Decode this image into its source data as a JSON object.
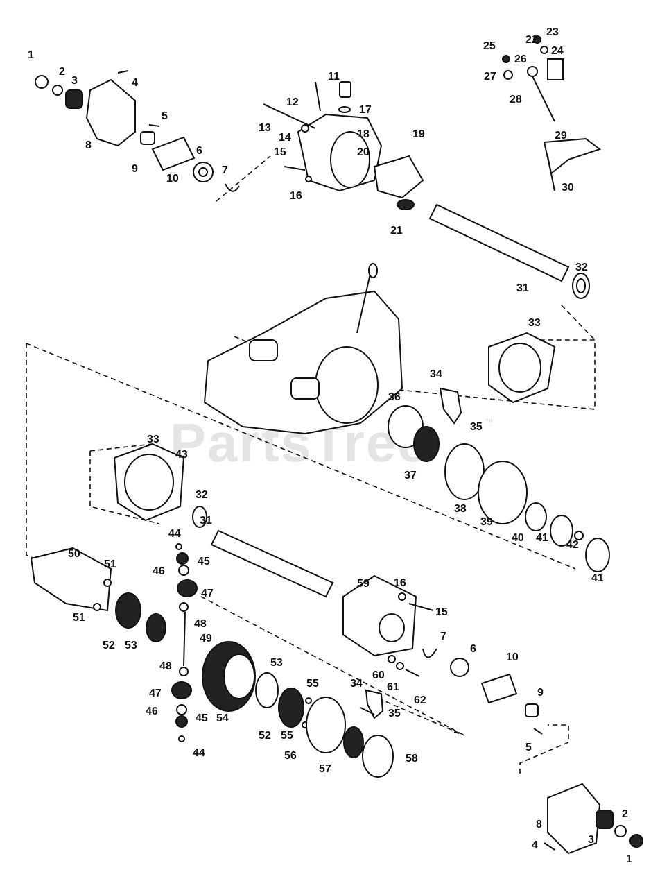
{
  "watermark": {
    "text": "PartsTree",
    "trademark": "™"
  },
  "callouts": [
    "1",
    "2",
    "3",
    "4",
    "5",
    "6",
    "7",
    "8",
    "9",
    "10",
    "11",
    "12",
    "13",
    "14",
    "15",
    "16",
    "17",
    "18",
    "19",
    "20",
    "21",
    "22",
    "23",
    "24",
    "25",
    "26",
    "27",
    "28",
    "29",
    "30",
    "31",
    "32",
    "33",
    "34",
    "35",
    "36",
    "37",
    "38",
    "39",
    "40",
    "41",
    "42",
    "43",
    "44",
    "45",
    "46",
    "47",
    "48",
    "49",
    "50",
    "51",
    "52",
    "53",
    "54",
    "55",
    "56",
    "57",
    "58",
    "59",
    "60",
    "61",
    "62"
  ]
}
